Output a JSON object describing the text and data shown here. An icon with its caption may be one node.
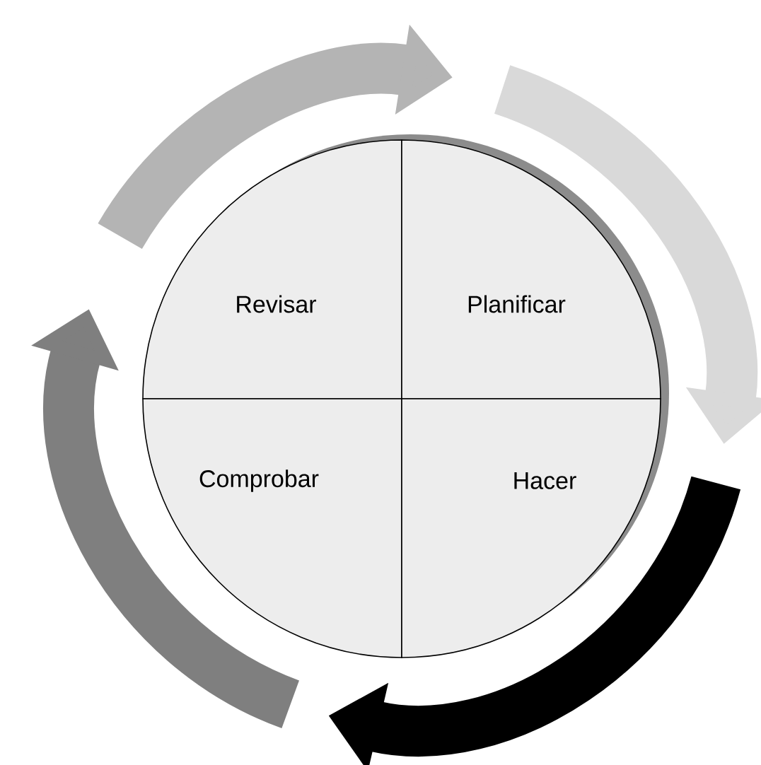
{
  "diagram": {
    "nodes": [
      {
        "text": [
          "Revisar"
        ]
      },
      {
        "text": [
          "Planificar"
        ]
      },
      {
        "text": [
          "Comprobar"
        ]
      },
      {
        "text": [
          "Hacer"
        ]
      }
    ]
  }
}
